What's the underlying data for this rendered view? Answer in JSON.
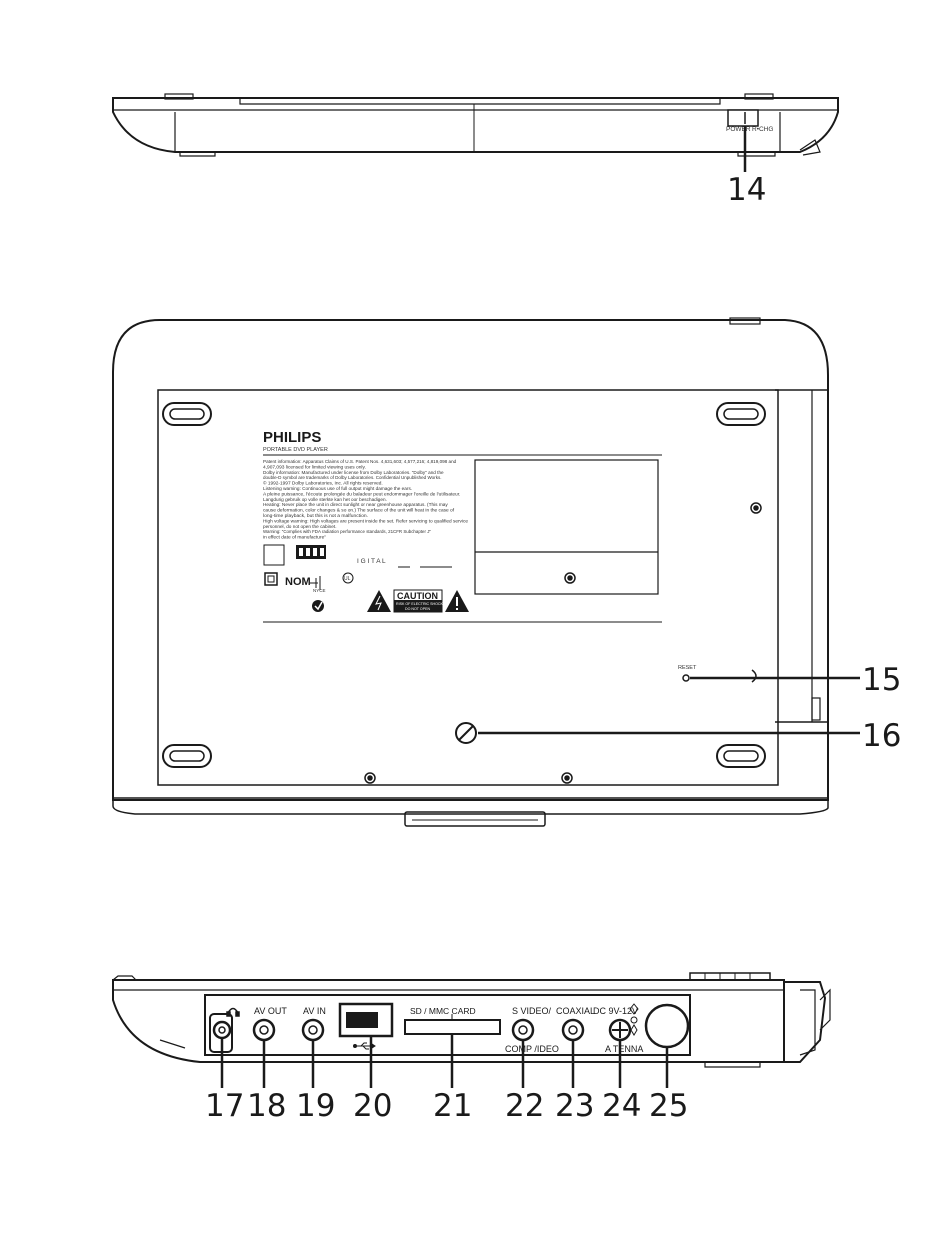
{
  "callouts": {
    "c14": "14",
    "c15": "15",
    "c16": "16",
    "c17": "17",
    "c18": "18",
    "c19": "19",
    "c20": "20",
    "c21": "21",
    "c22": "22",
    "c23": "23",
    "c24": "24",
    "c25": "25"
  },
  "top_view": {
    "power_label": "POWER",
    "charge_label": "R•CHG"
  },
  "bottom_view": {
    "brand": "PHILIPS",
    "product": "PORTABLE DVD PLAYER",
    "reset_label": "RESET",
    "digital_text": "I G I T A L",
    "caution_title": "CAUTION",
    "caution_line1": "RISK OF ELECTRIC SHOCK",
    "caution_line2": "DO NOT OPEN",
    "nom_label": "NOM",
    "nyce_label": "NYCE",
    "ul_label": "UL",
    "label_text": [
      "Patent information: Apparatus Claims of U.S. Patent Nos. 4,631,603; 4,577,216; 4,819,098 and",
      "4,907,093 licensed for limited viewing uses only.",
      "Dolby information: Manufactured under license from Dolby Laboratories. \"Dolby\" and the",
      "double-D symbol are trademarks of Dolby Laboratories. Confidential Unpublished Works.",
      "© 1992-1997 Dolby Laboratories, Inc. All rights reserved.",
      "Listening warning: Continuous use of full output might damage the ears.",
      "A pleine puissance, l'écoute prolongée du baladeur peut endommager l'oreille de l'utilisateur.",
      "Langdurig gebruik op volle sterkte kan het oor beschadigen.",
      "Heating: Never place the unit in direct sunlight or near greenhouse apparatus. (This may",
      "cause deformation, color changes & so on.) The surface of the unit will heat in the case of",
      "long-time playback, but this is not a malfunction.",
      "High voltage warning: High voltages are present inside the set. Refer servicing to qualified service",
      "personnel, do not open the cabinet.",
      "Warning: \"Complies with FDA radiation performance standards, 21CFR Subchapter J\"",
      "in effect date of manufacture\""
    ]
  },
  "side_view": {
    "headphone_icon_name": "headphone-icon",
    "av_out": "AV OUT",
    "av_in": "AV IN",
    "sd_card": "SD / MMC CARD",
    "s_video": "S VIDEO/",
    "component_video": "COMP /IDEO",
    "coaxial": "COAXIAL",
    "dc_in": "DC 9V-12V",
    "antenna": "A  TENNA"
  }
}
